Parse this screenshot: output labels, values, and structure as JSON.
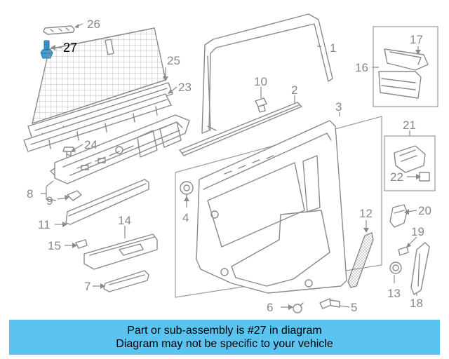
{
  "diagram": {
    "callouts": [
      {
        "id": "c1",
        "number": "1"
      },
      {
        "id": "c2",
        "number": "2"
      },
      {
        "id": "c3",
        "number": "3"
      },
      {
        "id": "c4",
        "number": "4"
      },
      {
        "id": "c5",
        "number": "5"
      },
      {
        "id": "c6",
        "number": "6"
      },
      {
        "id": "c7",
        "number": "7"
      },
      {
        "id": "c8",
        "number": "8"
      },
      {
        "id": "c9",
        "number": "9"
      },
      {
        "id": "c10",
        "number": "10"
      },
      {
        "id": "c11",
        "number": "11"
      },
      {
        "id": "c12",
        "number": "12"
      },
      {
        "id": "c13",
        "number": "13"
      },
      {
        "id": "c14",
        "number": "14"
      },
      {
        "id": "c15",
        "number": "15"
      },
      {
        "id": "c16",
        "number": "16"
      },
      {
        "id": "c17",
        "number": "17"
      },
      {
        "id": "c18",
        "number": "18"
      },
      {
        "id": "c19",
        "number": "19"
      },
      {
        "id": "c20",
        "number": "20"
      },
      {
        "id": "c21",
        "number": "21"
      },
      {
        "id": "c22",
        "number": "22"
      },
      {
        "id": "c23",
        "number": "23"
      },
      {
        "id": "c24",
        "number": "24"
      },
      {
        "id": "c25",
        "number": "25"
      },
      {
        "id": "c26",
        "number": "26"
      },
      {
        "id": "c27",
        "number": "27"
      }
    ],
    "highlighted_part": "27",
    "colors": {
      "line": "#8a8a8a",
      "highlight_part": "#3d9fd6",
      "highlight_label": "#000000",
      "banner": "#5bc3ef"
    }
  },
  "banner": {
    "line1": "Part or sub-assembly is #27 in diagram",
    "line2": "Diagram may not be specific to your vehicle"
  }
}
